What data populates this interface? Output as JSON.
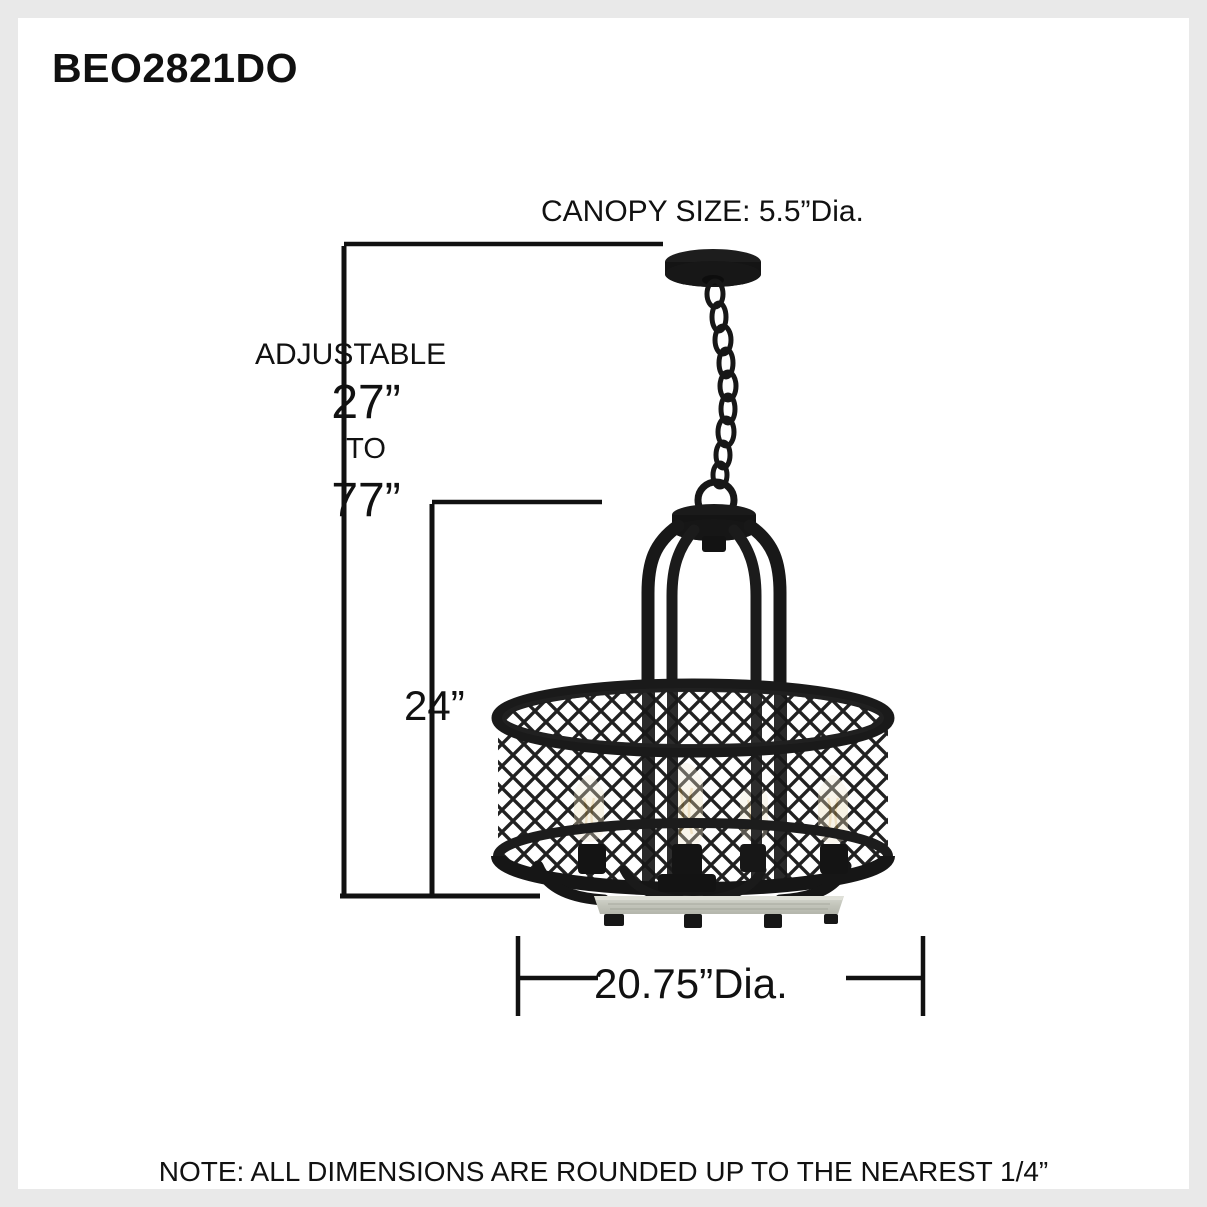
{
  "document": {
    "product_code": "BEO2821DO",
    "footer_note": "NOTE: ALL DIMENSIONS ARE ROUNDED UP TO THE NEAREST 1/4”"
  },
  "dimensions": {
    "canopy_label": "CANOPY SIZE: 5.5”Dia.",
    "adjustable_word": "ADJUSTABLE",
    "adjustable_min": "27”",
    "adjustable_to": "TO",
    "adjustable_max": "77”",
    "fixture_height": "24”",
    "fixture_diameter": "20.75”Dia."
  },
  "colors": {
    "frame": "#e9e9e9",
    "canvas": "#ffffff",
    "ink": "#111111",
    "fixture_black": "#1a1a1a",
    "mesh_black": "#242424",
    "bulb_amber": "#e8d6a8",
    "bulb_glass": "#f3efe2",
    "wood_plate": "#c9cac2"
  },
  "product": {
    "type": "pendant-chandelier",
    "canopy": "round flat black canopy disc",
    "chain": "oval link black chain",
    "shade": "black diamond mesh drum shade",
    "bulbs": 4,
    "bottom_plate": "weathered grey wood plate"
  }
}
